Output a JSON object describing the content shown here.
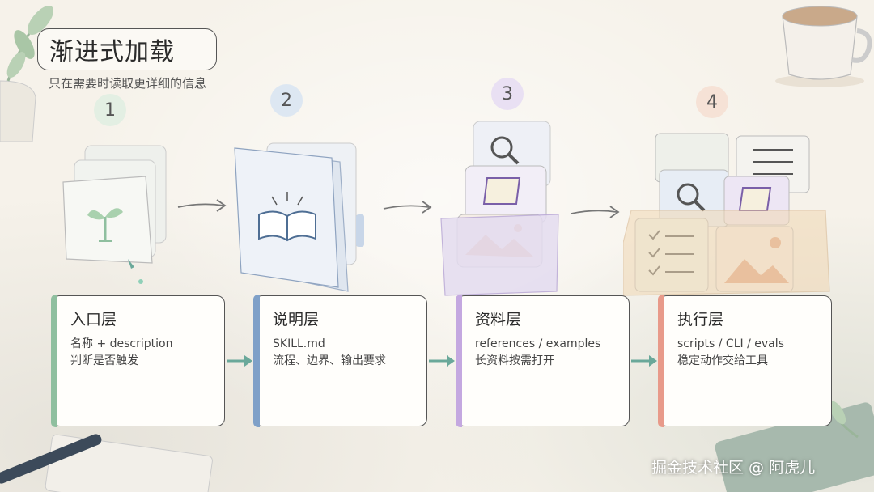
{
  "title": "渐进式加载",
  "subtitle": "只在需要时读取更详细的信息",
  "colors": {
    "green": "#8fbf9f",
    "blue": "#7fa0c8",
    "purple": "#c4a8e0",
    "red": "#e89a8a",
    "arrow_teal": "#6aa89a"
  },
  "steps": [
    {
      "number": "1",
      "name": "入口层",
      "line1": "名称 + description",
      "line2": "判断是否触发",
      "badge_color": "#e3efe3",
      "bar_color": "#8fbf9f",
      "icon": "sprout-icon"
    },
    {
      "number": "2",
      "name": "说明层",
      "line1": "SKILL.md",
      "line2": "流程、边界、输出要求",
      "badge_color": "#dde7f2",
      "bar_color": "#7fa0c8",
      "icon": "open-book-icon"
    },
    {
      "number": "3",
      "name": "资料层",
      "line1": "references / examples",
      "line2": "长资料按需打开",
      "badge_color": "#e9e0f3",
      "bar_color": "#c4a8e0",
      "icon": "search-scroll-image-icon"
    },
    {
      "number": "4",
      "name": "执行层",
      "line1": "scripts / CLI / evals",
      "line2": "稳定动作交给工具",
      "badge_color": "#f6e2d6",
      "bar_color": "#e89a8a",
      "icon": "toolbox-icon"
    }
  ],
  "watermark": "掘金技术社区 @ 阿虎儿"
}
